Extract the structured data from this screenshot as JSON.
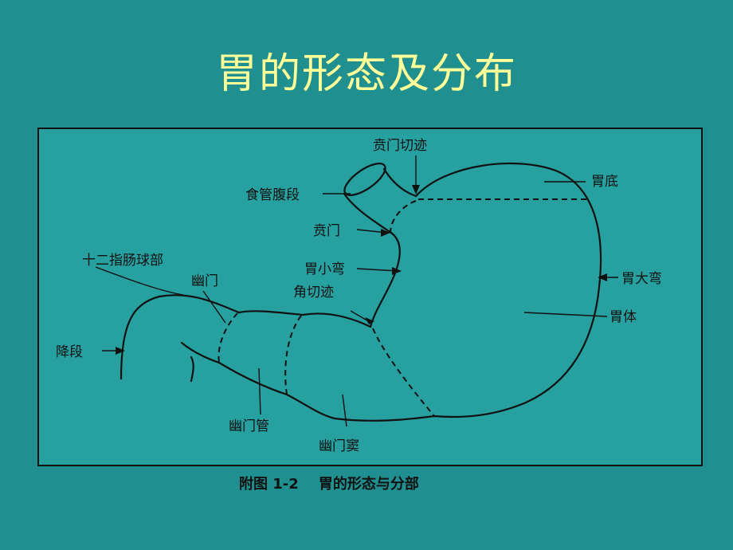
{
  "slide": {
    "title": "胃的形态及分布"
  },
  "figure": {
    "caption": "附图 1-2    胃的形态与分部"
  },
  "labels": {
    "cardiac_notch": "贲门切迹",
    "fundus": "胃底",
    "abdominal_esophagus": "食管腹段",
    "cardia": "贲门",
    "lesser_curvature": "胃小弯",
    "greater_curvature": "胃大弯",
    "duodenal_bulb": "十二指肠球部",
    "pylorus": "幽门",
    "angular_notch": "角切迹",
    "body": "胃体",
    "descending_part": "降段",
    "pyloric_canal": "幽门管",
    "pyloric_antrum": "幽门窦"
  },
  "colors": {
    "background": "#1f8f8f",
    "panel": "#27a0a0",
    "title": "#ffff99"
  }
}
